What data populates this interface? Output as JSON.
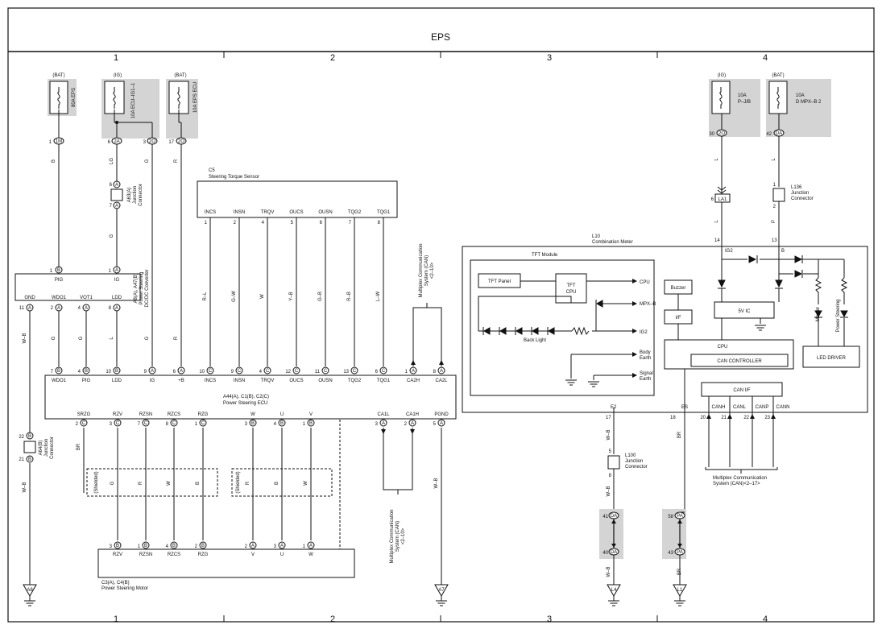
{
  "title": "EPS",
  "columns": [
    "1",
    "2",
    "3",
    "4"
  ],
  "fuses": {
    "eps80": {
      "supply": "(BAT)",
      "label": "80A EPS",
      "pin": "1",
      "connector": "1M"
    },
    "igsw": {
      "supply": "(IG)",
      "label": "10A ECU–IG1–1",
      "pin": "6",
      "connector": "2A"
    },
    "epsecu": {
      "supply": "(BAT)",
      "label": "10A EPS ECU",
      "pin": "17",
      "connector": "2O",
      "pin2": "3",
      "connector2": "2O"
    },
    "pjb": {
      "supply": "(IG)",
      "label1": "10A",
      "label2": "P–J/B",
      "pin": "30",
      "connector": "2O"
    },
    "dmpx": {
      "supply": "(BAT)",
      "label1": "10A",
      "label2": "D MPX–B 2",
      "pin": "42",
      "connector": "DA"
    }
  },
  "wires": {
    "b": "B",
    "lg": "LG",
    "g": "G",
    "r": "R",
    "l": "L",
    "p": "P",
    "wb": "W–B",
    "rl": "R–L",
    "gw": "G–W",
    "w": "W",
    "yb": "Y–B",
    "gb": "G–B",
    "rb": "R–B",
    "lw": "L–W",
    "br": "BR"
  },
  "a63": {
    "pin_top": "6",
    "pin_bottom": "7",
    "conn": "A",
    "label1": "A63(A)",
    "label2": "Junction",
    "label3": "Connector"
  },
  "dcdc": {
    "label1": "A8(A), A47(B)",
    "label2": "Power Steering",
    "label3": "DC/DC Converter",
    "terminals": [
      {
        "name": "PIG",
        "pin": "1",
        "conn": "B"
      },
      {
        "name": "IG",
        "pin": "1",
        "conn": "A"
      },
      {
        "name": "GND",
        "pin": "11",
        "conn": "A"
      },
      {
        "name": "WDO1",
        "pin": "2",
        "conn": "A"
      },
      {
        "name": "VOT1",
        "pin": "4",
        "conn": "A"
      },
      {
        "name": "LDD",
        "pin": "8",
        "conn": "A"
      }
    ]
  },
  "sensor": {
    "code": "C5",
    "name": "Steering Torque Sensor",
    "terminals": [
      {
        "name": "INCS",
        "pin": "1"
      },
      {
        "name": "INSN",
        "pin": "2"
      },
      {
        "name": "TRQV",
        "pin": "4"
      },
      {
        "name": "OUCS",
        "pin": "5"
      },
      {
        "name": "OUSN",
        "pin": "6"
      },
      {
        "name": "TQG2",
        "pin": "7"
      },
      {
        "name": "TQG1",
        "pin": "8"
      }
    ]
  },
  "ecu": {
    "label1": "A44(A), C1(B), C2(C)",
    "label2": "Power Steering ECU",
    "top_terminals": [
      {
        "name": "WDO1",
        "pin": "7",
        "conn": "B"
      },
      {
        "name": "PIG",
        "pin": "4",
        "conn": "B"
      },
      {
        "name": "LDD",
        "pin": "10",
        "conn": "B"
      },
      {
        "name": "IG",
        "pin": "9",
        "conn": "A"
      },
      {
        "name": "+B",
        "pin": "6",
        "conn": "A"
      },
      {
        "name": "INCS",
        "pin": "10",
        "conn": "C"
      },
      {
        "name": "INSN",
        "pin": "9",
        "conn": "C"
      },
      {
        "name": "TRQV",
        "pin": "4",
        "conn": "C"
      },
      {
        "name": "OUCS",
        "pin": "12",
        "conn": "C"
      },
      {
        "name": "OUSN",
        "pin": "11",
        "conn": "C"
      },
      {
        "name": "TQG2",
        "pin": "13",
        "conn": "C"
      },
      {
        "name": "TQG1",
        "pin": "6",
        "conn": "C"
      },
      {
        "name": "CA2H",
        "pin": "1",
        "conn": "A"
      },
      {
        "name": "CA2L",
        "pin": "8",
        "conn": "A"
      }
    ],
    "bottom_terminals": [
      {
        "name": "SRZG",
        "pin": "2",
        "conn": "C"
      },
      {
        "name": "RZV",
        "pin": "3",
        "conn": "C"
      },
      {
        "name": "RZSN",
        "pin": "7",
        "conn": "C"
      },
      {
        "name": "RZCS",
        "pin": "8",
        "conn": "C"
      },
      {
        "name": "RZG",
        "pin": "1",
        "conn": "C"
      },
      {
        "name": "W",
        "pin": "3",
        "conn": "B"
      },
      {
        "name": "U",
        "pin": "4",
        "conn": "B"
      },
      {
        "name": "V",
        "pin": "1",
        "conn": "B"
      },
      {
        "name": "CA1L",
        "pin": "3",
        "conn": "A"
      },
      {
        "name": "CA1H",
        "pin": "2",
        "conn": "A"
      },
      {
        "name": "PGND",
        "pin": "5",
        "conn": "A"
      }
    ]
  },
  "shielded": "(Shielded)",
  "motor": {
    "label1": "C3(A), C4(B)",
    "label2": "Power Steering Motor",
    "terminals": [
      {
        "name": "RZV",
        "pin": "3",
        "conn": "B"
      },
      {
        "name": "RZSN",
        "pin": "1",
        "conn": "B"
      },
      {
        "name": "RZCS",
        "pin": "4",
        "conn": "B"
      },
      {
        "name": "RZG",
        "pin": "2",
        "conn": "B"
      },
      {
        "name": "V",
        "pin": "2",
        "conn": "A"
      },
      {
        "name": "U",
        "pin": "3",
        "conn": "A"
      },
      {
        "name": "W",
        "pin": "1",
        "conn": "A"
      }
    ]
  },
  "a64": {
    "pin_top": "22",
    "pin_bottom": "21",
    "conn": "B",
    "label1": "A64(B)",
    "label2": "Junction",
    "label3": "Connector"
  },
  "mpx": {
    "line1": "Multiplex Communication",
    "line2": "System (CAN)",
    "line3": "<2–10>"
  },
  "mpx2": {
    "line1": "Multiplex Communication",
    "line2": "System (CAN)<2–17>"
  },
  "grounds": [
    "A8",
    "A7",
    "L4",
    "L1"
  ],
  "meter": {
    "code": "L10",
    "name": "Combination Meter",
    "tft_module": "TFT Module",
    "tft_panel": "TFT Panel",
    "tft_cpu1": "TFT",
    "tft_cpu2": "CPU",
    "cpu": "CPU",
    "mpxb": "MPX–B",
    "ig2": "IG2",
    "backlight": "Back Light",
    "body_earth1": "Body",
    "body_earth2": "Earth",
    "signal_earth1": "Signal",
    "signal_earth2": "Earth",
    "buzzer": "Buzzer",
    "if": "I/F",
    "fivev": "5V IC",
    "cpu2": "CPU",
    "can_controller": "CAN CONTROLLER",
    "can_if": "CAN I/F",
    "led_driver": "LED DRIVER",
    "master": "Master",
    "power_steering": "Power Steering",
    "ig2_label": "IG2",
    "b_label": "B",
    "pin14": "14",
    "pin13": "13",
    "e2": "E2",
    "es": "ES",
    "pin17": "17",
    "pin18": "18",
    "can_terms": [
      {
        "name": "CANH",
        "pin": "20"
      },
      {
        "name": "CANL",
        "pin": "21"
      },
      {
        "name": "CANP",
        "pin": "22"
      },
      {
        "name": "CANN",
        "pin": "23"
      }
    ]
  },
  "la1": {
    "pin": "6",
    "conn": "LA1"
  },
  "l136": {
    "pin_top": "1",
    "pin_bottom": "2",
    "label1": "L136",
    "label2": "Junction",
    "label3": "Connector"
  },
  "l100": {
    "pin_top": "5",
    "pin_bottom": "8",
    "label1": "L100",
    "label2": "Junction",
    "label3": "Connector"
  },
  "jb_da": {
    "pin_top": "41",
    "conn_top": "DA",
    "pin_bottom": "40",
    "conn_bottom": "DA"
  },
  "jb_pa": {
    "pin_top": "58",
    "conn_top": "PA",
    "pin_bottom": "43",
    "conn_bottom": "PA"
  }
}
